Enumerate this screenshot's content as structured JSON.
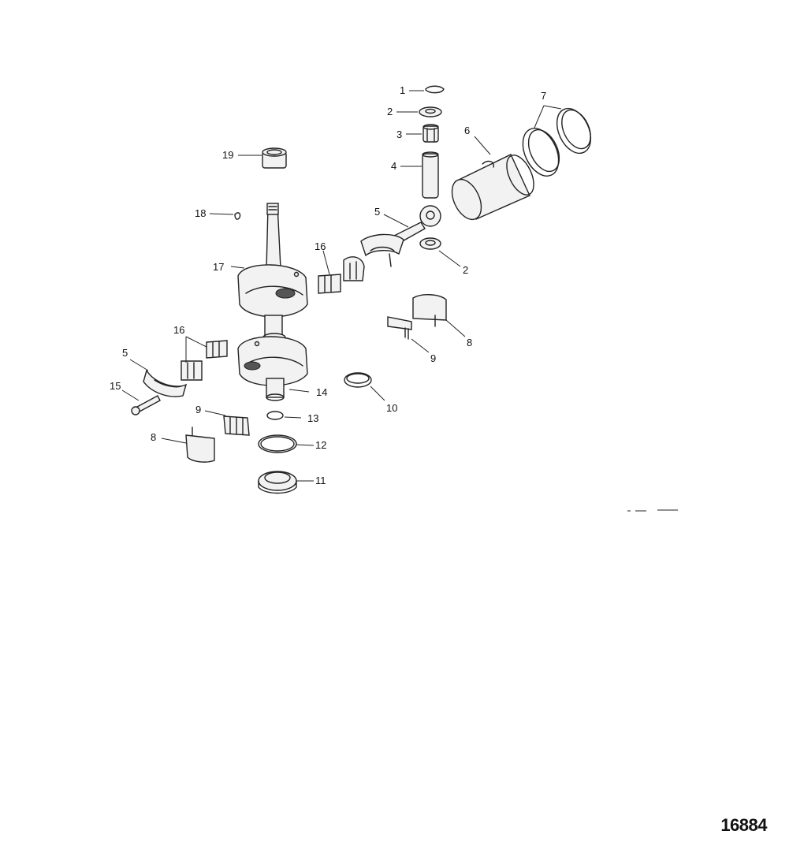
{
  "figure": {
    "id_label": "16884",
    "callouts": [
      "1",
      "2",
      "3",
      "4",
      "5",
      "2",
      "6",
      "7",
      "19",
      "18",
      "17",
      "16",
      "16",
      "5",
      "15",
      "9",
      "8",
      "14",
      "13",
      "12",
      "11",
      "10",
      "9",
      "8"
    ]
  }
}
